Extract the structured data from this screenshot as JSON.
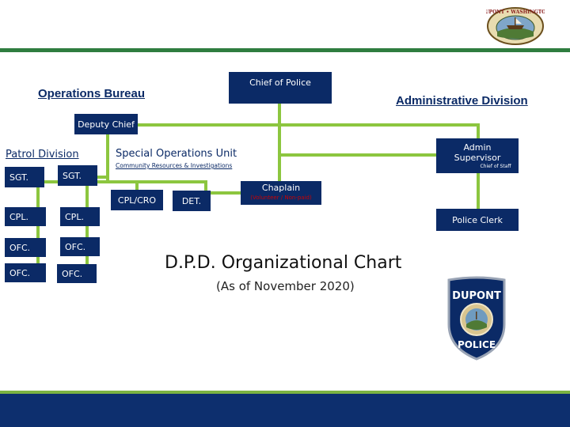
{
  "headings": {
    "operations_bureau": "Operations Bureau",
    "administrative_division": "Administrative Division",
    "patrol_division": "Patrol Division",
    "special_operations": "Special Operations Unit",
    "special_operations_sub": "Community Resources & Investigations"
  },
  "boxes": {
    "chief": "Chief of Police",
    "deputy_chief": "Deputy Chief",
    "admin_supervisor_line1": "Admin",
    "admin_supervisor_line2": "Supervisor",
    "chief_of_staff": "Chief of Staff",
    "chaplain": "Chaplain",
    "chaplain_note": "(Volunteer / Non-paid)",
    "police_clerk": "Police Clerk",
    "sgt_left": "SGT.",
    "sgt_right": "SGT.",
    "cpl_cro": "CPL/CRO",
    "det": "DET.",
    "cpl_left": "CPL.",
    "cpl_right": "CPL.",
    "ofc_left_1": "OFC.",
    "ofc_right_1": "OFC.",
    "ofc_left_2": "OFC.",
    "ofc_right_2": "OFC."
  },
  "chart": {
    "title": "D.P.D. Organizational Chart",
    "subtitle": "(As of November 2020)"
  },
  "logos": {
    "seal_text": "DUPONT • WASHINGTON",
    "badge_top": "DUPONT",
    "badge_bottom": "POLICE"
  },
  "colors": {
    "box_fill": "#0b2a66",
    "connector": "#8cc63f",
    "footer": "#0d2f6e",
    "topbar": "#2f7d3f"
  }
}
